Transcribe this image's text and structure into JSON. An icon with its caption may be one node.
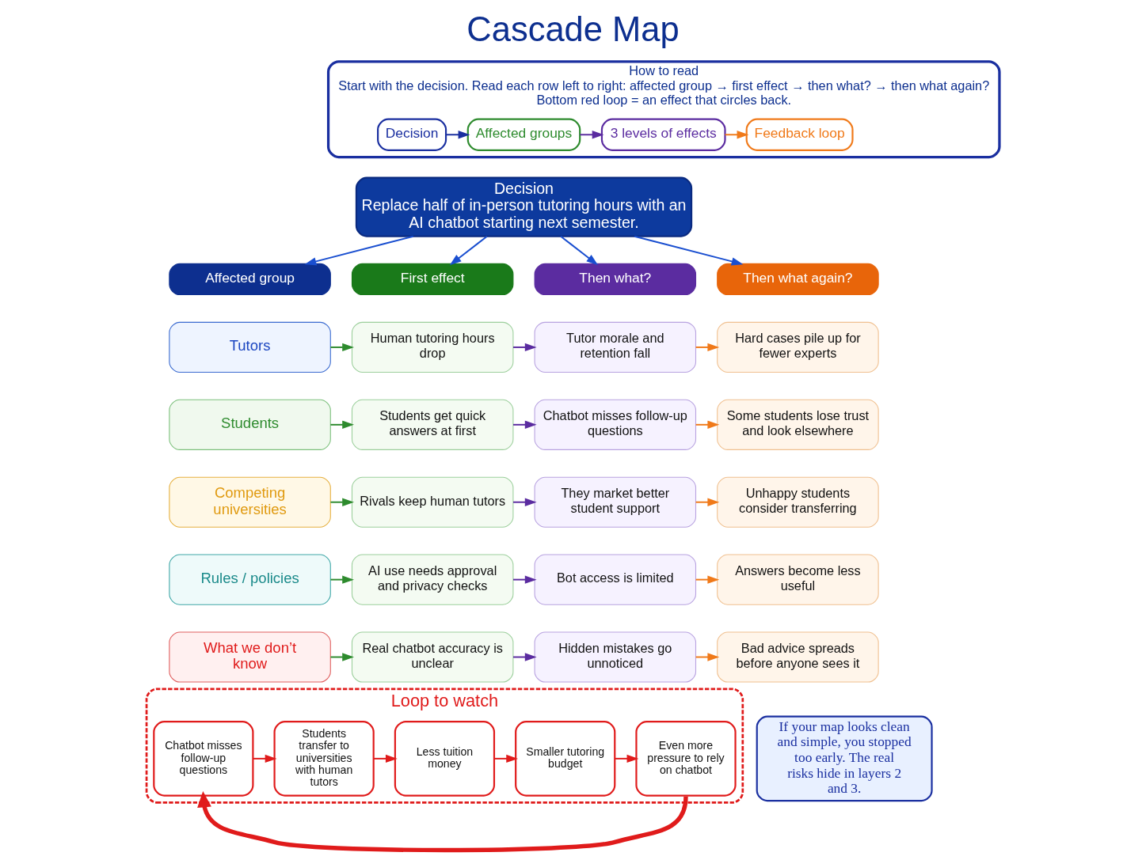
{
  "diagram": {
    "title": "Cascade Map",
    "nodes": [
      {
        "text": [
          "How to read",
          "Start with the decision. Read each row left to right: affected group → first effect → then what? → then what again?",
          "Bottom red loop = an effect that circles back."
        ]
      },
      {
        "text": [
          "Decision"
        ],
        "in": 0
      },
      {
        "text": [
          "Affected groups"
        ],
        "in": 0
      },
      {
        "text": [
          "3 levels of effects"
        ],
        "in": 0
      },
      {
        "text": [
          "Feedback loop"
        ],
        "in": 0
      },
      {
        "text": [
          "Decision",
          "Replace half of in-person tutoring hours with an AI chatbot starting next semester."
        ]
      },
      {
        "text": [
          "Affected group"
        ]
      },
      {
        "text": [
          "First effect"
        ]
      },
      {
        "text": [
          "Then what?"
        ]
      },
      {
        "text": [
          "Then what again?"
        ]
      },
      {
        "text": [
          "Tutors"
        ]
      },
      {
        "text": [
          "Human tutoring hours drop"
        ]
      },
      {
        "text": [
          "Tutor morale and retention fall"
        ]
      },
      {
        "text": [
          "Hard cases pile up for fewer experts"
        ]
      },
      {
        "text": [
          "Students"
        ]
      },
      {
        "text": [
          "Students get quick answers at first"
        ]
      },
      {
        "text": [
          "Chatbot misses follow-up questions"
        ]
      },
      {
        "text": [
          "Some students lose trust and look elsewhere"
        ]
      },
      {
        "text": [
          "Competing universities"
        ]
      },
      {
        "text": [
          "Rivals keep human tutors"
        ]
      },
      {
        "text": [
          "They market better student support"
        ]
      },
      {
        "text": [
          "Unhappy students consider transferring"
        ]
      },
      {
        "text": [
          "Rules / policies"
        ]
      },
      {
        "text": [
          "AI use needs approval and privacy checks"
        ]
      },
      {
        "text": [
          "Bot access is limited"
        ]
      },
      {
        "text": [
          "Answers become less useful"
        ]
      },
      {
        "text": [
          "What we don’t know"
        ]
      },
      {
        "text": [
          "Real chatbot accuracy is unclear"
        ]
      },
      {
        "text": [
          "Hidden mistakes go unnoticed"
        ]
      },
      {
        "text": [
          "Bad advice spreads before anyone sees it"
        ]
      },
      {
        "text": [
          "Loop to watch"
        ]
      },
      {
        "text": [
          "Chatbot misses follow-up questions"
        ],
        "in": 30
      },
      {
        "text": [
          "Students transfer to universities with human tutors"
        ],
        "in": 30
      },
      {
        "text": [
          "Less tuition money"
        ],
        "in": 30
      },
      {
        "text": [
          "Smaller tutoring budget"
        ],
        "in": 30
      },
      {
        "text": [
          "Even more pressure to rely on chatbot"
        ],
        "in": 30
      },
      {
        "text": [
          "If your map looks clean and simple, you stopped too early. The real risks hide in layers 2 and 3."
        ]
      }
    ],
    "edges": [
      {
        "from": 1,
        "to": 2,
        "arrow": "to",
        "color": "#1a2fa0"
      },
      {
        "from": 2,
        "to": 3,
        "arrow": "to",
        "color": "#5b2ca0"
      },
      {
        "from": 3,
        "to": 4,
        "arrow": "to",
        "color": "#f07a1a"
      },
      {
        "from": 5,
        "to": 6,
        "arrow": "to",
        "color": "#1a4fd0"
      },
      {
        "from": 5,
        "to": 7,
        "arrow": "to",
        "color": "#1a4fd0"
      },
      {
        "from": 5,
        "to": 8,
        "arrow": "to",
        "color": "#1a4fd0"
      },
      {
        "from": 5,
        "to": 9,
        "arrow": "to",
        "color": "#1a4fd0"
      },
      {
        "from": 10,
        "to": 11,
        "arrow": "to",
        "color": "#2e8b2e"
      },
      {
        "from": 11,
        "to": 12,
        "arrow": "to",
        "color": "#5b2ca0"
      },
      {
        "from": 12,
        "to": 13,
        "arrow": "to",
        "color": "#f07a1a"
      },
      {
        "from": 14,
        "to": 15,
        "arrow": "to",
        "color": "#2e8b2e"
      },
      {
        "from": 15,
        "to": 16,
        "arrow": "to",
        "color": "#5b2ca0"
      },
      {
        "from": 16,
        "to": 17,
        "arrow": "to",
        "color": "#f07a1a"
      },
      {
        "from": 18,
        "to": 19,
        "arrow": "to",
        "color": "#2e8b2e"
      },
      {
        "from": 19,
        "to": 20,
        "arrow": "to",
        "color": "#5b2ca0"
      },
      {
        "from": 20,
        "to": 21,
        "arrow": "to",
        "color": "#f07a1a"
      },
      {
        "from": 22,
        "to": 23,
        "arrow": "to",
        "color": "#2e8b2e"
      },
      {
        "from": 23,
        "to": 24,
        "arrow": "to",
        "color": "#5b2ca0"
      },
      {
        "from": 24,
        "to": 25,
        "arrow": "to",
        "color": "#f07a1a"
      },
      {
        "from": 26,
        "to": 27,
        "arrow": "to",
        "color": "#2e8b2e"
      },
      {
        "from": 27,
        "to": 28,
        "arrow": "to",
        "color": "#5b2ca0"
      },
      {
        "from": 28,
        "to": 29,
        "arrow": "to",
        "color": "#f07a1a"
      },
      {
        "from": 31,
        "to": 32,
        "arrow": "to",
        "color": "#e01b1b"
      },
      {
        "from": 32,
        "to": 33,
        "arrow": "to",
        "color": "#e01b1b"
      },
      {
        "from": 33,
        "to": 34,
        "arrow": "to",
        "color": "#e01b1b"
      },
      {
        "from": 34,
        "to": 35,
        "arrow": "to",
        "color": "#e01b1b"
      },
      {
        "from": 35,
        "to": 31,
        "arrow": "to",
        "style": "thick",
        "color": "#e01b1b"
      }
    ]
  }
}
